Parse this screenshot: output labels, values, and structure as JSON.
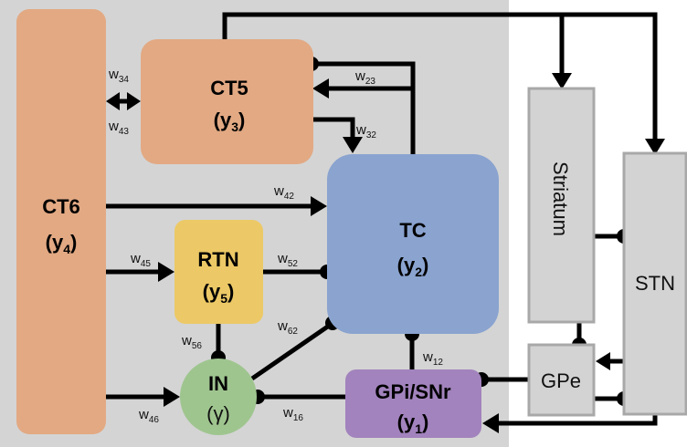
{
  "colors": {
    "thalamocortical_bg": "#d4d4d4",
    "ct": "#e2a983",
    "tc": "#8aa3cf",
    "rtn": "#ecc966",
    "in": "#9fc58f",
    "gpi": "#a283bd",
    "bg_nucleus": "#d3d3d3",
    "bg_nucleus_border": "#a8a8a8"
  },
  "nodes": {
    "ct6": {
      "name": "CT6",
      "var": "y",
      "sub": "4"
    },
    "ct5": {
      "name": "CT5",
      "var": "y",
      "sub": "3"
    },
    "tc": {
      "name": "TC",
      "var": "y",
      "sub": "2"
    },
    "rtn": {
      "name": "RTN",
      "var": "y",
      "sub": "5"
    },
    "in": {
      "name": "IN",
      "var": "(γ)"
    },
    "gpi": {
      "name": "GPi/SNr",
      "var": "y",
      "sub": "1"
    },
    "striatum": {
      "name": "Striatum"
    },
    "stn": {
      "name": "STN"
    },
    "gpe": {
      "name": "GPe"
    }
  },
  "weights": [
    {
      "id": "w34",
      "base": "w",
      "sub": "34",
      "type": "bidirectional"
    },
    {
      "id": "w43",
      "base": "w",
      "sub": "43",
      "type": "bidirectional"
    },
    {
      "id": "w23",
      "base": "w",
      "sub": "23",
      "type": "excitatory"
    },
    {
      "id": "w32",
      "base": "w",
      "sub": "32",
      "type": "excitatory"
    },
    {
      "id": "w42",
      "base": "w",
      "sub": "42",
      "type": "excitatory"
    },
    {
      "id": "w45",
      "base": "w",
      "sub": "45",
      "type": "excitatory"
    },
    {
      "id": "w52",
      "base": "w",
      "sub": "52",
      "type": "inhibitory"
    },
    {
      "id": "w62",
      "base": "w",
      "sub": "62",
      "type": "inhibitory"
    },
    {
      "id": "w56",
      "base": "w",
      "sub": "56",
      "type": "inhibitory"
    },
    {
      "id": "w46",
      "base": "w",
      "sub": "46",
      "type": "excitatory"
    },
    {
      "id": "w16",
      "base": "w",
      "sub": "16",
      "type": "inhibitory"
    },
    {
      "id": "w12",
      "base": "w",
      "sub": "12",
      "type": "inhibitory"
    }
  ]
}
